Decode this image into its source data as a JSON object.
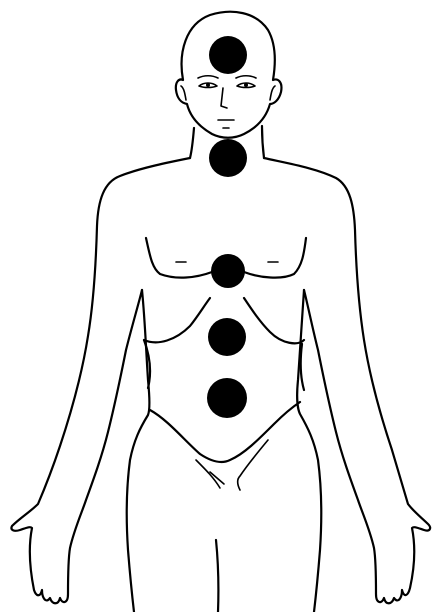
{
  "diagram": {
    "subject": "front-view-human-figure",
    "line_color": "#000000",
    "background_color": "#ffffff",
    "marker_color": "#000000",
    "markers": [
      {
        "id": "crown"
      },
      {
        "id": "throat"
      },
      {
        "id": "chest"
      },
      {
        "id": "solar-plexus"
      },
      {
        "id": "navel"
      }
    ]
  }
}
